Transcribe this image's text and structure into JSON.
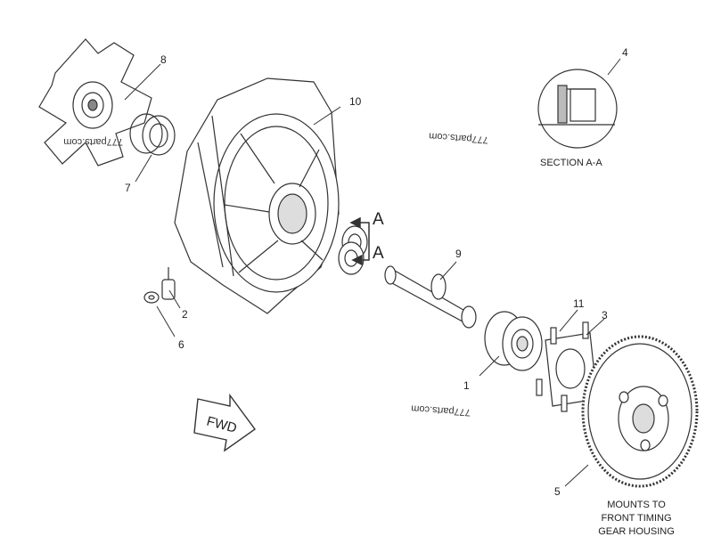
{
  "callouts": {
    "c1": "1",
    "c2": "2",
    "c3": "3",
    "c4": "4",
    "c5": "5",
    "c6": "6",
    "c7": "7",
    "c8": "8",
    "c9": "9",
    "c10": "10",
    "c11": "11"
  },
  "section_marker": "A",
  "section_caption": "SECTION A-A",
  "direction_label": "FWD",
  "mounts_note": [
    "MOUNTS TO",
    "FRONT TIMING",
    "GEAR HOUSING"
  ],
  "watermark": "777parts.com"
}
